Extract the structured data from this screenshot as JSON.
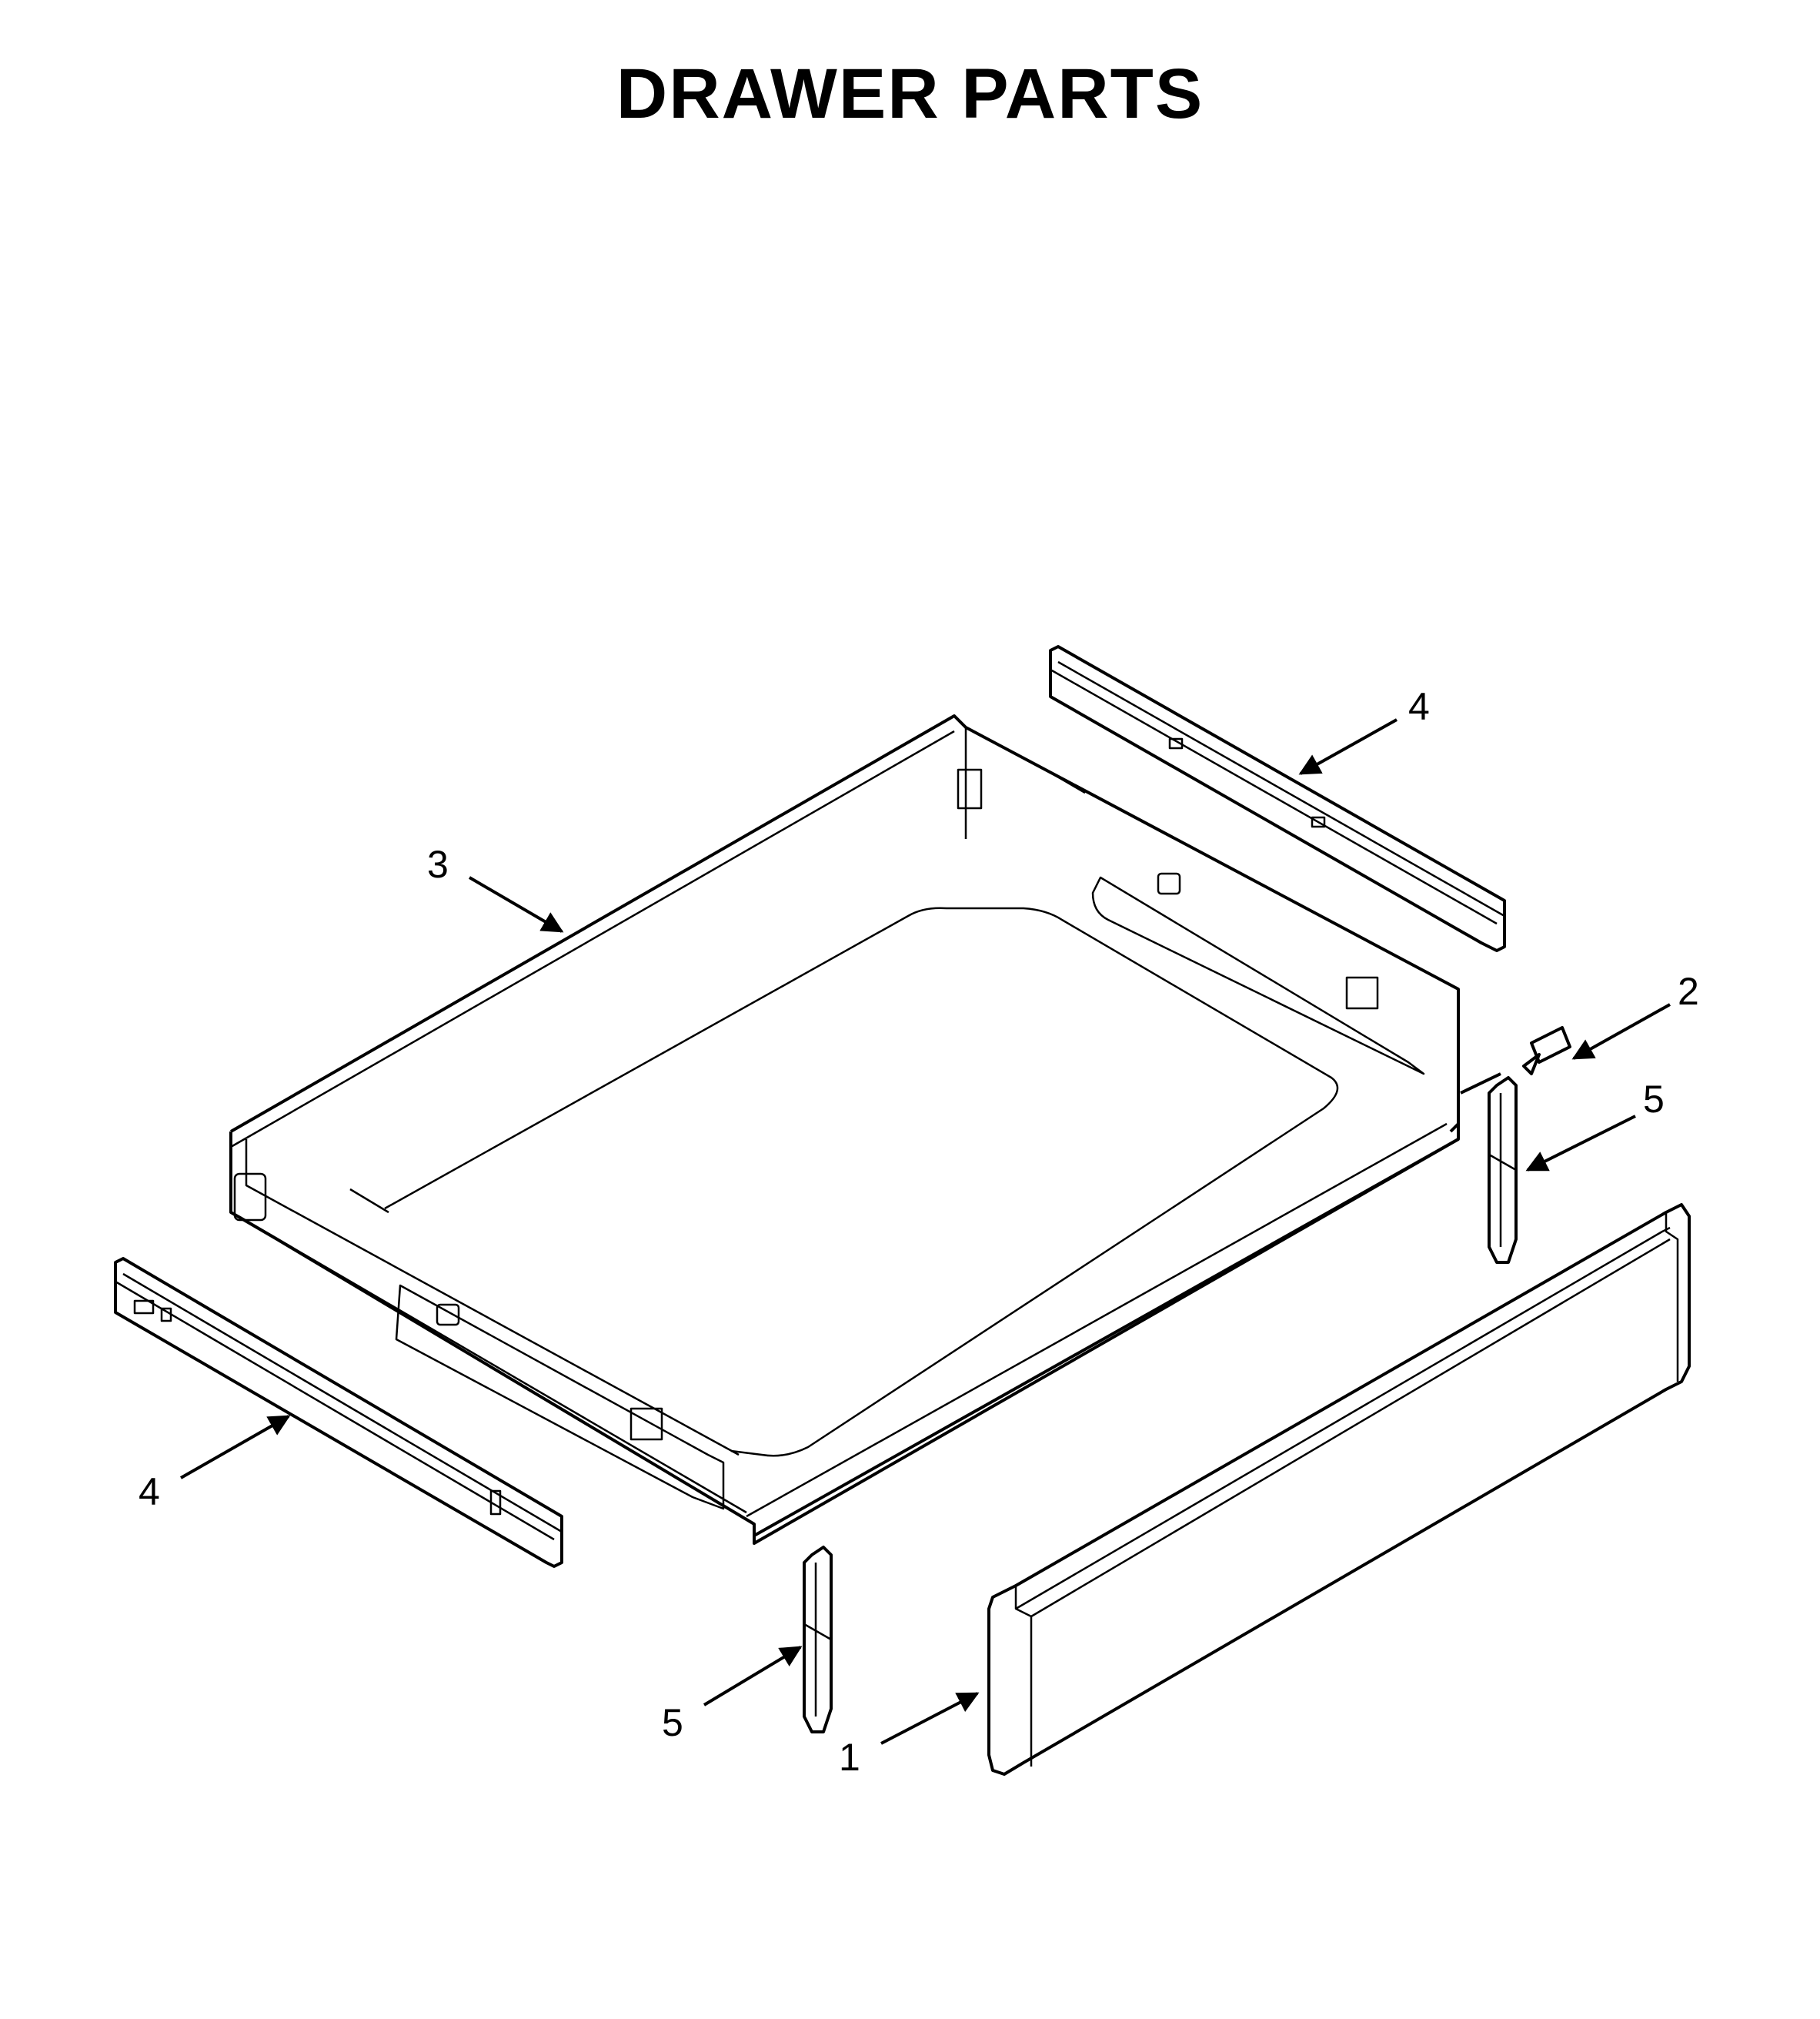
{
  "title": "DRAWER PARTS",
  "callouts": [
    {
      "id": "callout-1",
      "label": "1"
    },
    {
      "id": "callout-2",
      "label": "2"
    },
    {
      "id": "callout-3",
      "label": "3"
    },
    {
      "id": "callout-4-top",
      "label": "4"
    },
    {
      "id": "callout-4-left",
      "label": "4"
    },
    {
      "id": "callout-5-right",
      "label": "5"
    },
    {
      "id": "callout-5-bottom",
      "label": "5"
    }
  ]
}
